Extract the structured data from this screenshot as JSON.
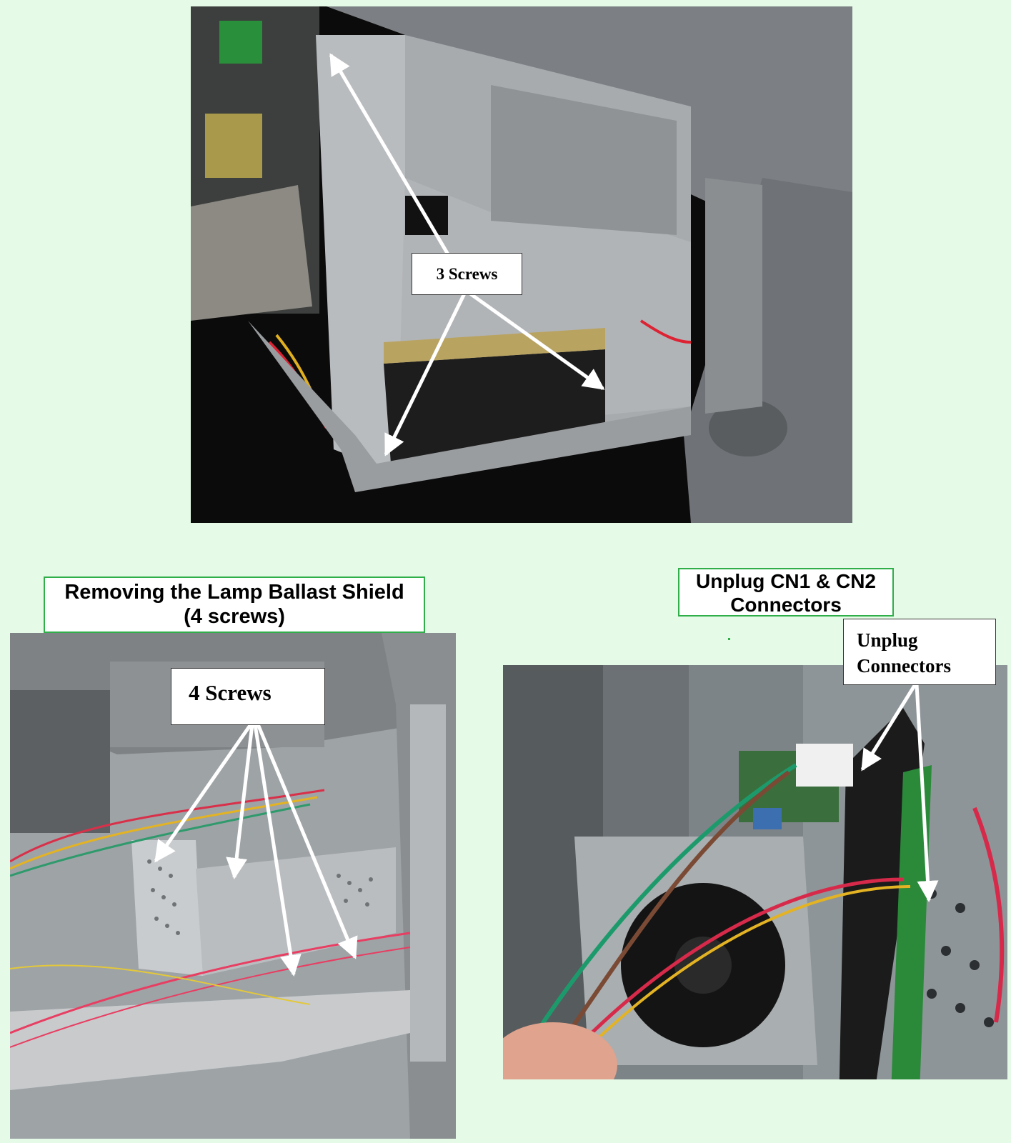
{
  "page": {
    "background": "#e6fbe7",
    "accent": "#2fae4a"
  },
  "photos": {
    "top": {
      "subject": "projector-chassis-with-lamp-ballast-shield"
    },
    "left": {
      "subject": "lamp-ballast-shield-closeup"
    },
    "right": {
      "subject": "fan-and-connector-board-closeup"
    }
  },
  "labels": {
    "top_callout": "3 Screws",
    "left_title_line1": "Removing the Lamp Ballast Shield",
    "left_title_line2": "(4 screws)",
    "left_callout": "4 Screws",
    "right_title_line1": "Unplug CN1 & CN2",
    "right_title_line2": "Connectors",
    "right_callout_line1": "Unplug",
    "right_callout_line2": "Connectors"
  }
}
